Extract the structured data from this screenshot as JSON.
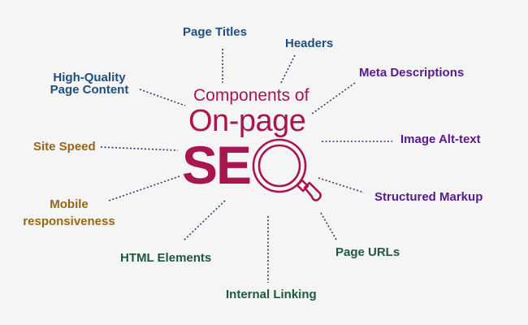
{
  "center": {
    "line1": "Components of",
    "line2": "On-page",
    "line3": "SE",
    "icon": "magnifying-glass-icon",
    "color": "#a8154f"
  },
  "components": [
    {
      "id": "page-titles",
      "label": "Page Titles",
      "color": "#1f4e82"
    },
    {
      "id": "headers",
      "label": "Headers",
      "color": "#1f4e82"
    },
    {
      "id": "meta-descriptions",
      "label": "Meta Descriptions",
      "color": "#5a1a8e"
    },
    {
      "id": "image-alt-text",
      "label": "Image Alt-text",
      "color": "#5a1a8e"
    },
    {
      "id": "structured-markup",
      "label": "Structured Markup",
      "color": "#5a1a8e"
    },
    {
      "id": "page-urls",
      "label": "Page URLs",
      "color": "#1c5a3c"
    },
    {
      "id": "internal-linking",
      "label": "Internal Linking",
      "color": "#1c5a3c"
    },
    {
      "id": "html-elements",
      "label": "HTML Elements",
      "color": "#1c5a3c"
    },
    {
      "id": "mobile-responsiveness",
      "label_line1": "Mobile",
      "label_line2": "responsiveness",
      "color": "#9a6514"
    },
    {
      "id": "site-speed",
      "label": "Site Speed",
      "color": "#9a6514"
    },
    {
      "id": "high-quality-page-content",
      "label_line1": "High-Quality",
      "label_line2": "Page Content",
      "color": "#1f4e82"
    }
  ],
  "connector_color": "#2a3a6e"
}
